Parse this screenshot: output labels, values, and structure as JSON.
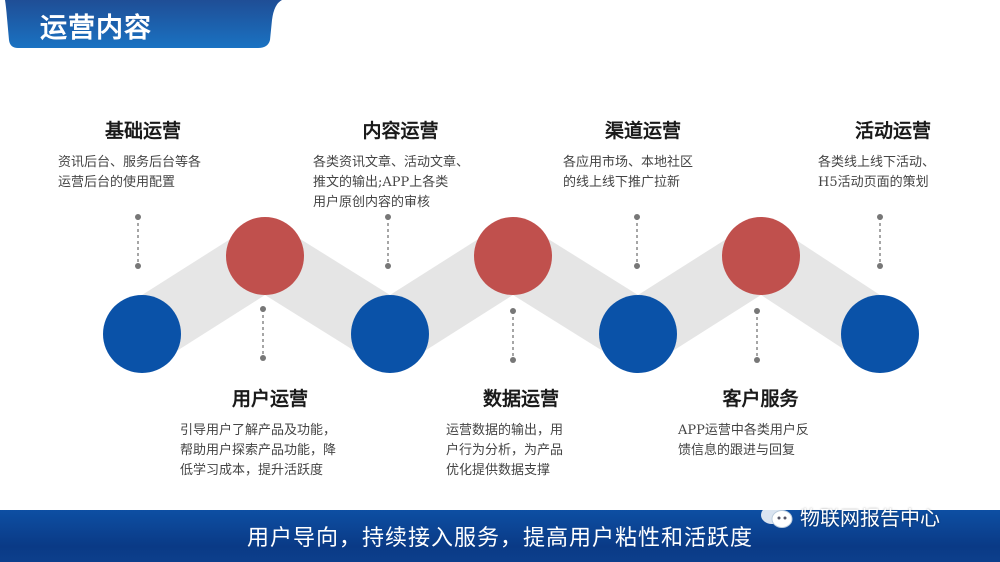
{
  "header": {
    "title": "运营内容",
    "color_top": "#1f4e96",
    "color_bottom": "#1a6fbf"
  },
  "diagram": {
    "colors": {
      "blue_node": "#0a52a8",
      "red_node": "#c0504d",
      "band": "#e3e3e3",
      "connector": "#777777"
    },
    "top_items": [
      {
        "title": "基础运营",
        "desc": [
          "资讯后台、服务后台等各",
          "运营后台的使用配置"
        ]
      },
      {
        "title": "内容运营",
        "desc": [
          "各类资讯文章、活动文章、",
          "推文的输出;APP上各类",
          "用户原创内容的审核"
        ]
      },
      {
        "title": "渠道运营",
        "desc": [
          "各应用市场、本地社区",
          "的线上线下推广拉新"
        ]
      },
      {
        "title": "活动运营",
        "desc": [
          "各类线上线下活动、",
          "H5活动页面的策划"
        ]
      }
    ],
    "bottom_items": [
      {
        "title": "用户运营",
        "desc": [
          "引导用户了解产品及功能，",
          "帮助用户探索产品功能，降",
          "低学习成本，提升活跃度"
        ]
      },
      {
        "title": "数据运营",
        "desc": [
          "运营数据的输出，用",
          "户行为分析，为产品",
          "优化提供数据支撑"
        ]
      },
      {
        "title": "客户服务",
        "desc": [
          "APP运营中各类用户反",
          "馈信息的跟进与回复"
        ]
      }
    ]
  },
  "footer": {
    "text": "用户导向，持续接入服务，提高用户粘性和活跃度"
  },
  "watermark": {
    "icon": "wechat-icon",
    "text": "物联网报告中心"
  }
}
